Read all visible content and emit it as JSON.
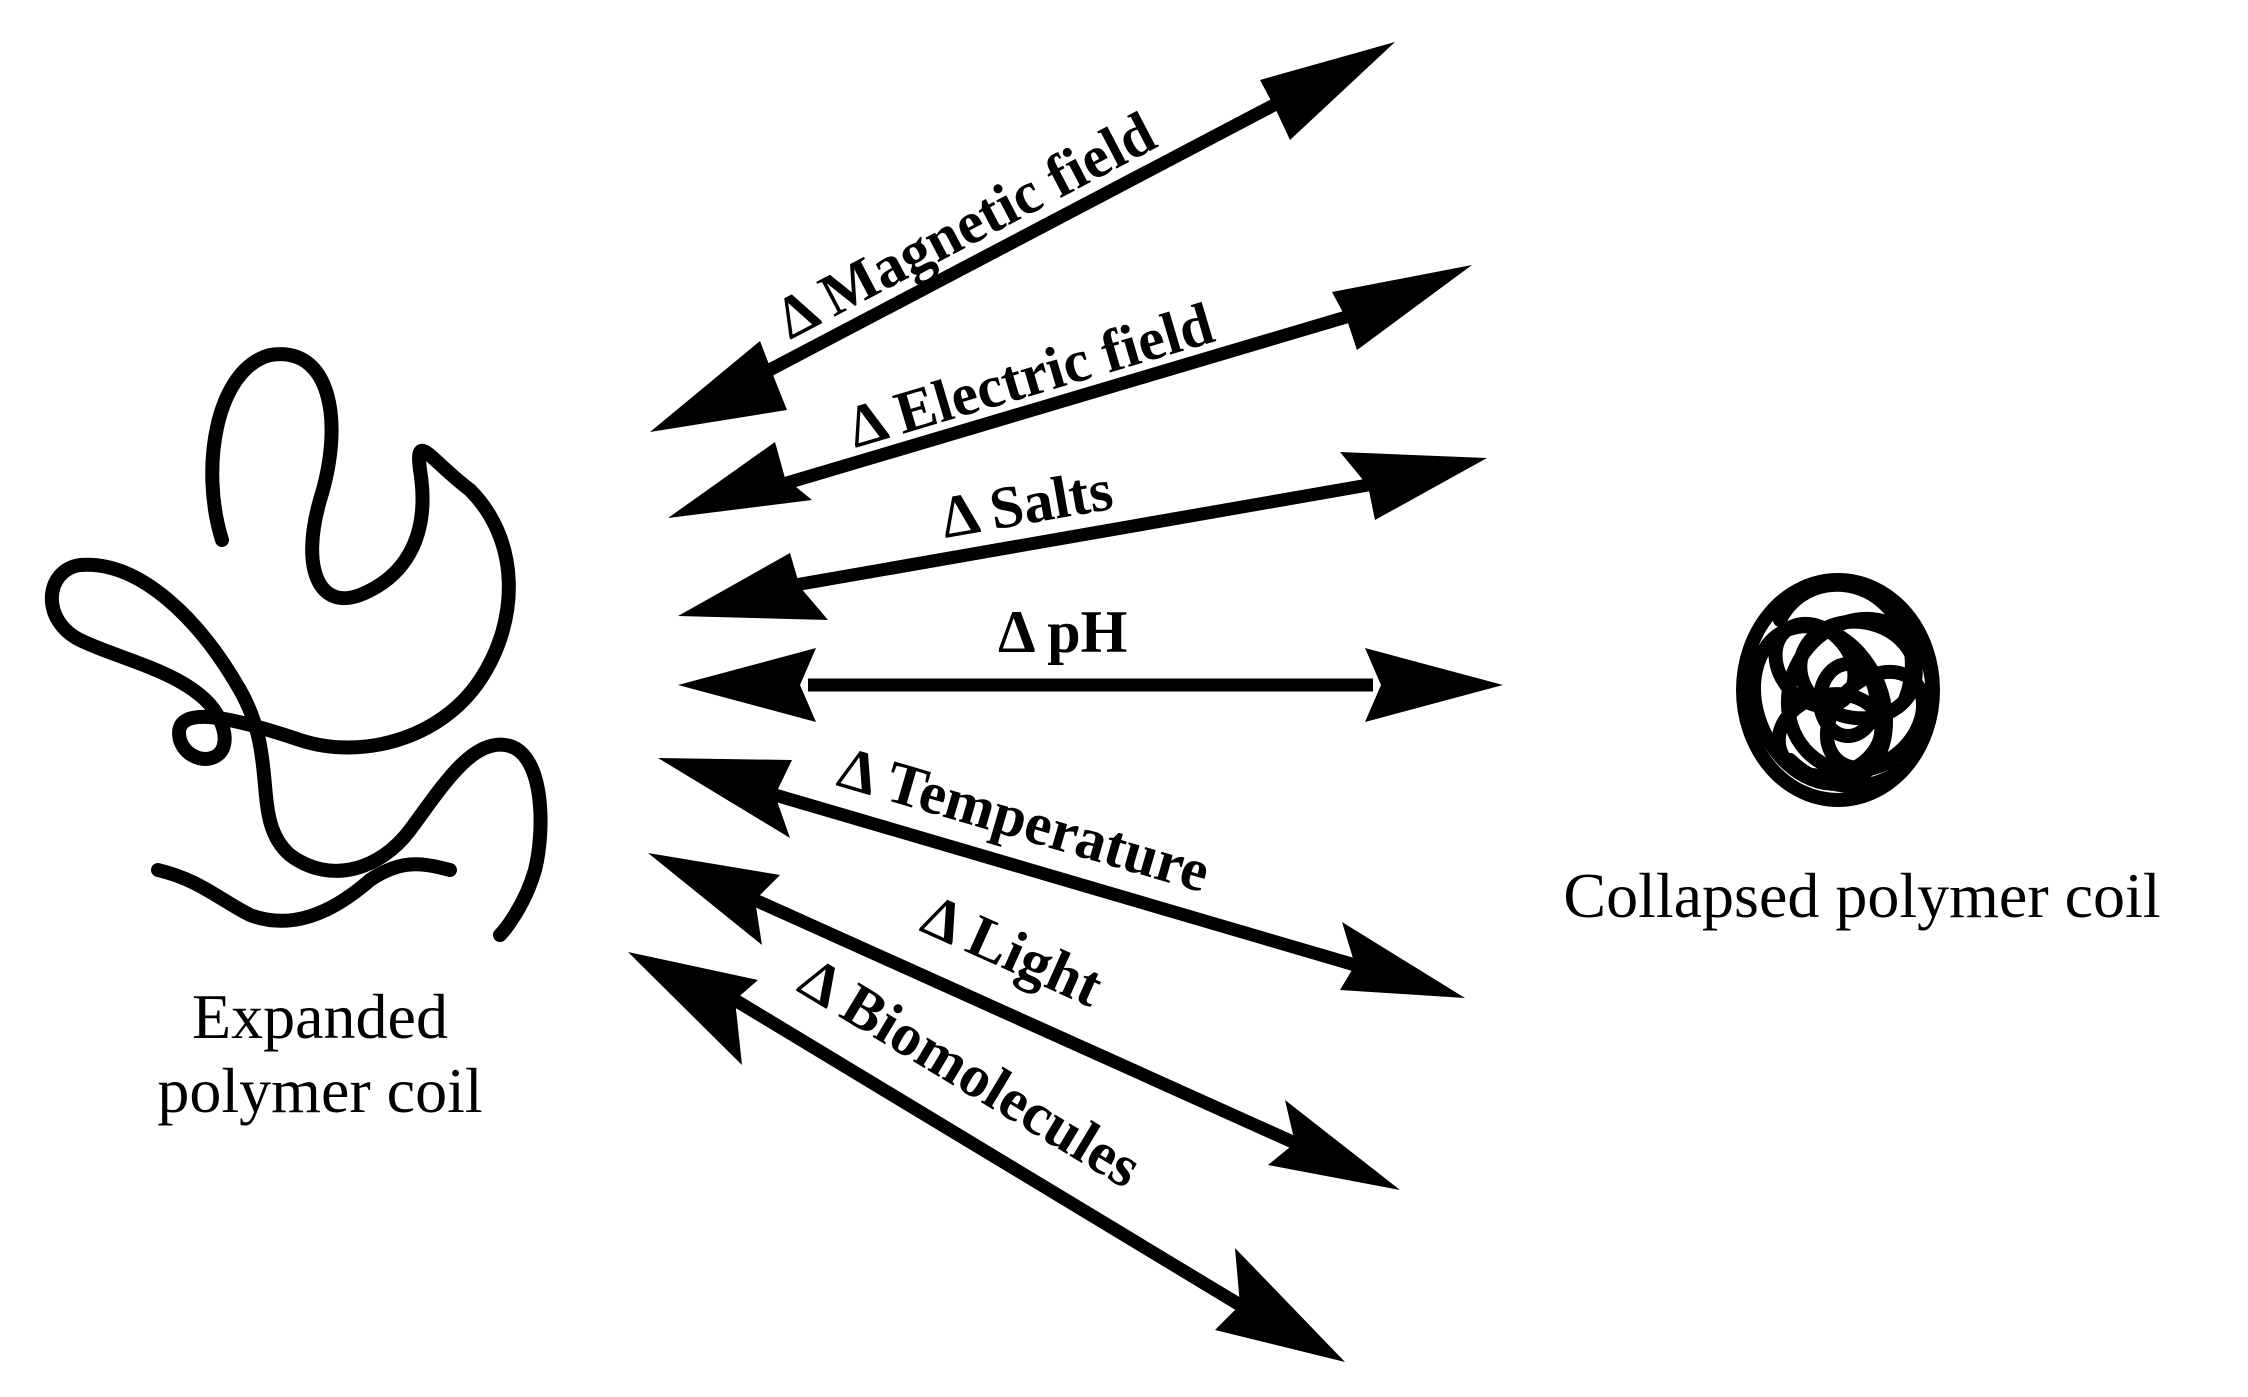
{
  "expanded_label": {
    "line1": "Expanded",
    "line2": "polymer coil"
  },
  "collapsed_label": "Collapsed polymer coil",
  "stimuli": [
    "Δ Magnetic field",
    "Δ Electric field",
    "Δ Salts",
    "Δ pH",
    "Δ Temperature",
    "Δ Light",
    "Δ Biomolecules"
  ],
  "colors": {
    "ink": "#000000",
    "background": "#ffffff"
  }
}
